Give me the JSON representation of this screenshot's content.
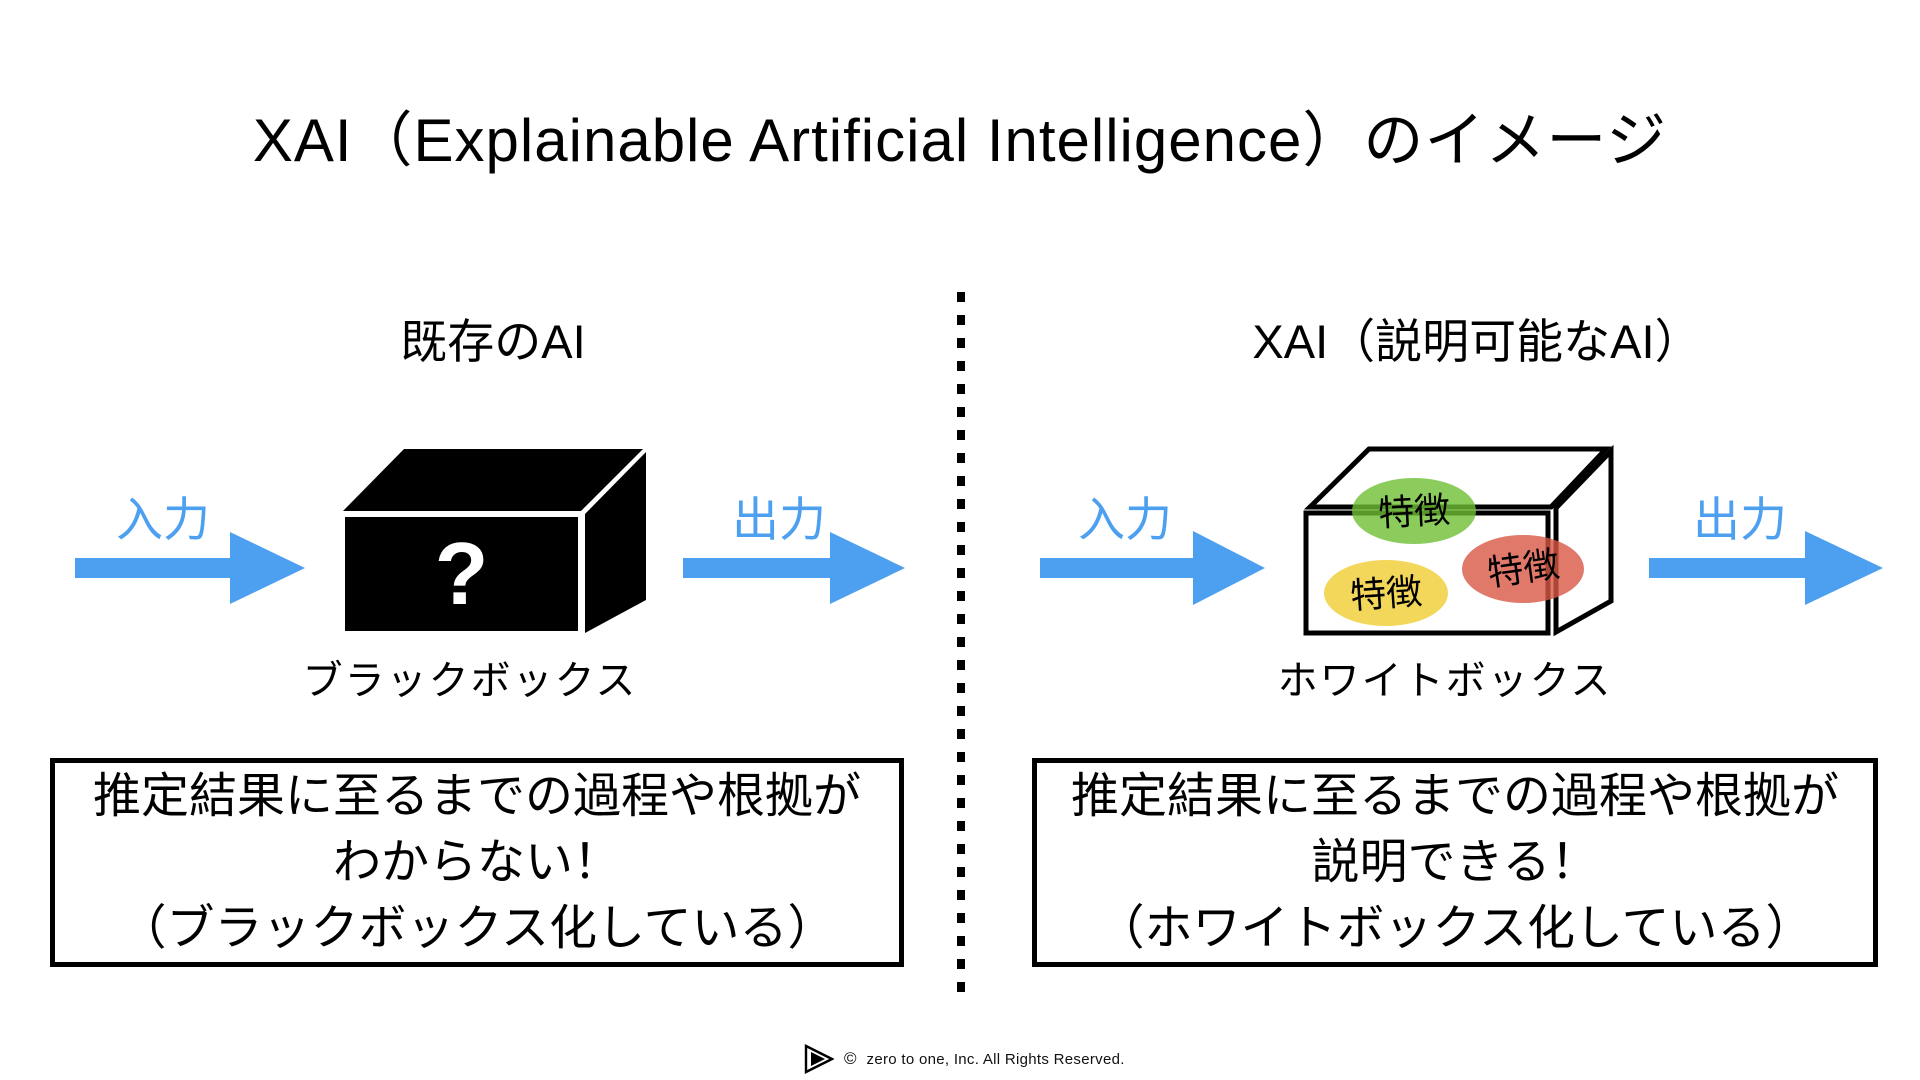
{
  "title": "XAI（Explainable Artificial Intelligence）のイメージ",
  "colors": {
    "arrow_blue": "#4D9FF0",
    "feature_green": "#6FBF34",
    "feature_red": "#D85845",
    "feature_yellow": "#F0CD32",
    "cube_black": "#000000"
  },
  "panels": {
    "existing_ai": {
      "heading": "既存のAI",
      "input_label": "入力",
      "output_label": "出力",
      "box_symbol": "?",
      "box_caption": "ブラックボックス",
      "note_lines": [
        "推定結果に至るまでの過程や根拠が",
        "わからない！",
        "（ブラックボックス化している）"
      ]
    },
    "xai": {
      "heading": "XAI（説明可能なAI）",
      "input_label": "入力",
      "output_label": "出力",
      "features": [
        "特徴",
        "特徴",
        "特徴"
      ],
      "box_caption": "ホワイトボックス",
      "note_lines": [
        "推定結果に至るまでの過程や根拠が",
        "説明できる！",
        "（ホワイトボックス化している）"
      ]
    }
  },
  "footer": {
    "logo": "zero-to-one-play-logo",
    "copyright_symbol": "©",
    "text": "zero to one, Inc. All Rights Reserved."
  }
}
